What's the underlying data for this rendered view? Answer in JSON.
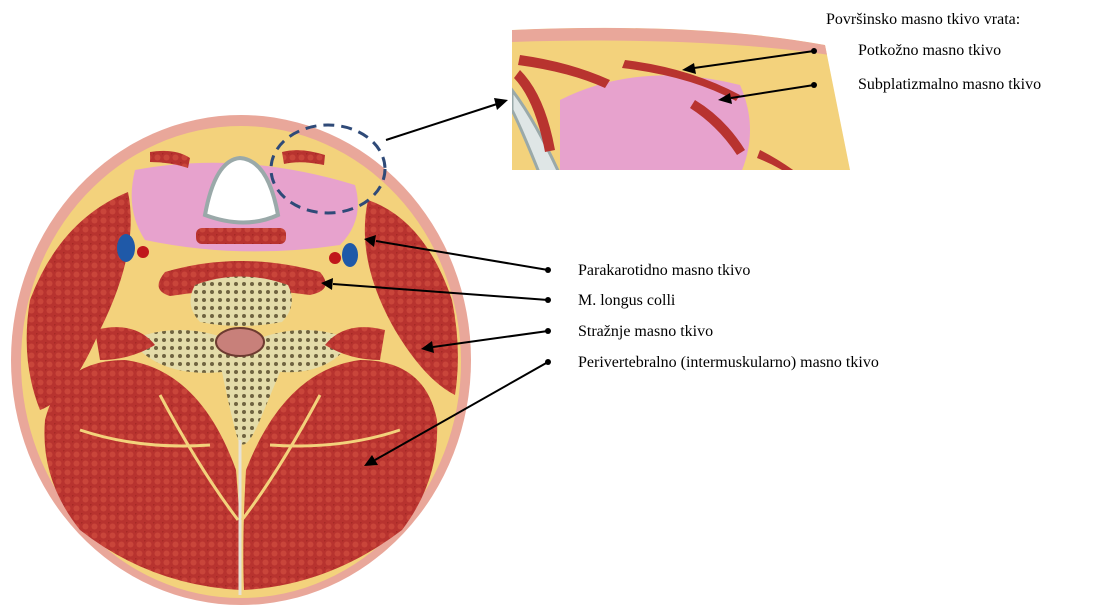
{
  "superficial": {
    "heading": "Površinsko masno tkivo vrata:",
    "items": [
      "Potkožno masno tkivo",
      "Subplatizmalno masno tkivo"
    ]
  },
  "deep_labels": [
    "Parakarotidno masno tkivo",
    "M. longus colli",
    "Stražnje masno tkivo",
    "Perivertebralno (intermuskularno) masno tkivo"
  ],
  "colors": {
    "muscle": "#b8332f",
    "fat": "#f3d27c",
    "skin": "#e9a79a",
    "gland": "#e7a2cd",
    "highlight_ellipse": "#2f4a78"
  }
}
